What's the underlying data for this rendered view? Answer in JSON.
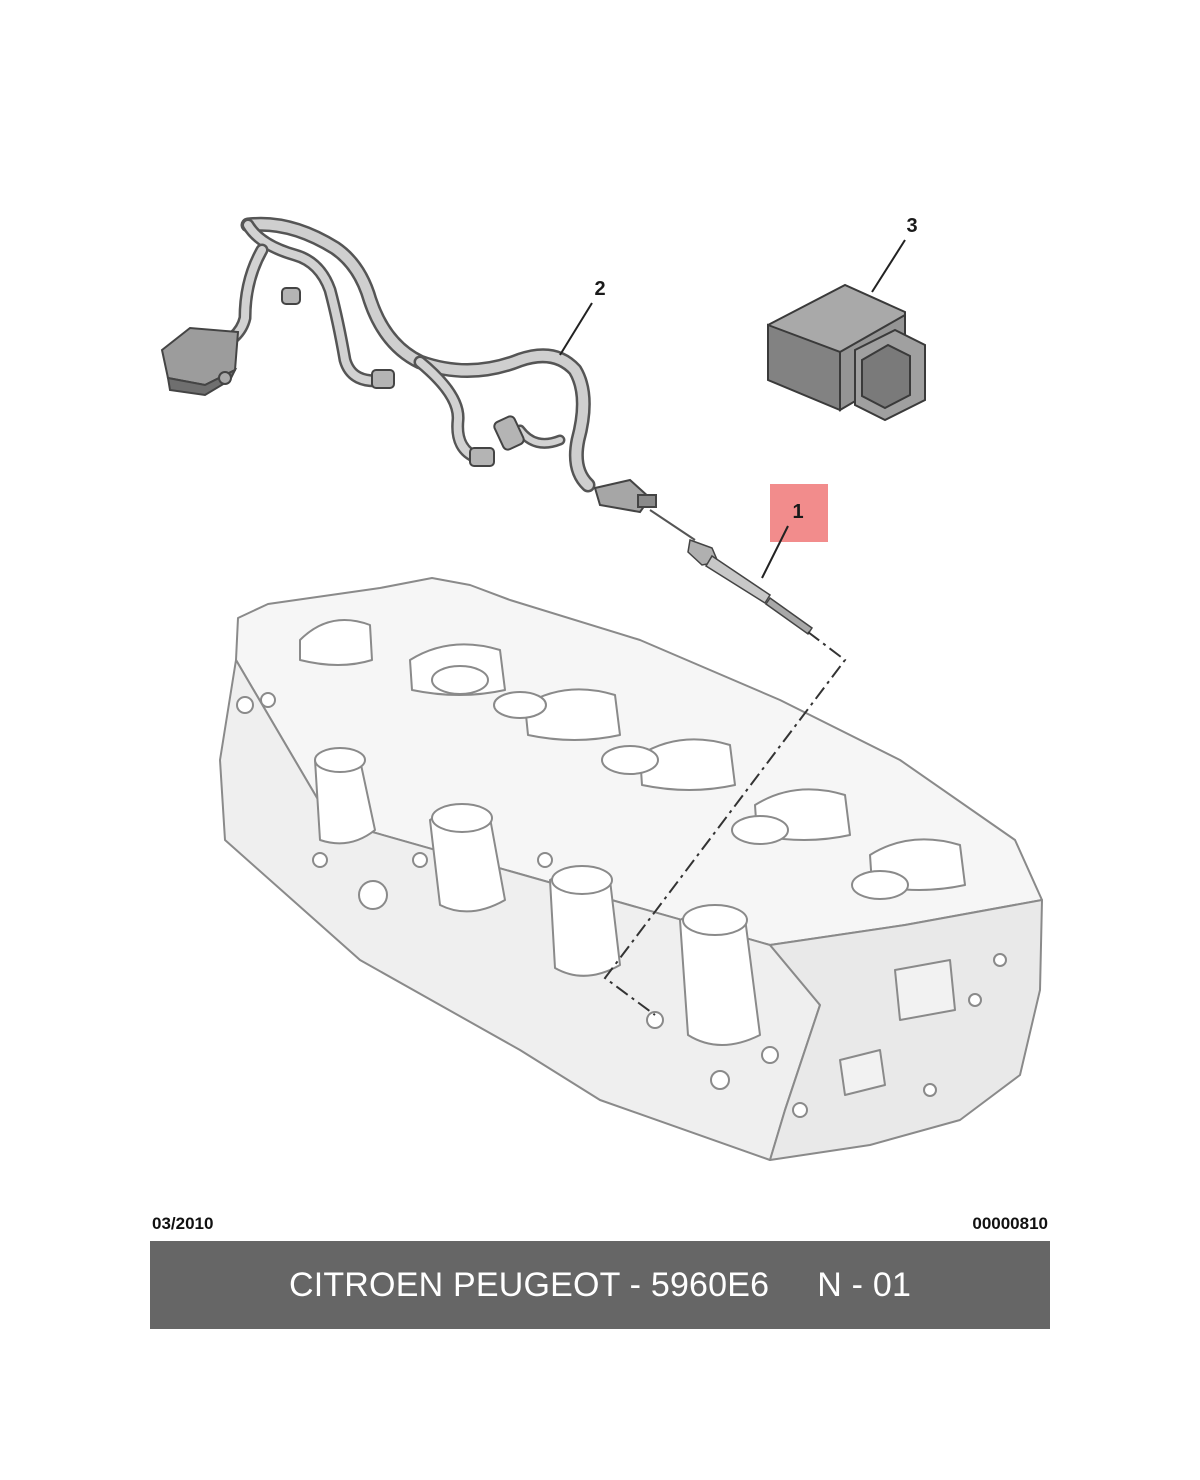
{
  "callouts": {
    "one": "1",
    "two": "2",
    "three": "3"
  },
  "highlight_color": "#f28c8c",
  "footer": {
    "date": "03/2010",
    "reference": "00000810",
    "banner_left": "CITROEN PEUGEOT - 5960E6",
    "banner_right": "N - 01",
    "banner_color": "#666666"
  }
}
